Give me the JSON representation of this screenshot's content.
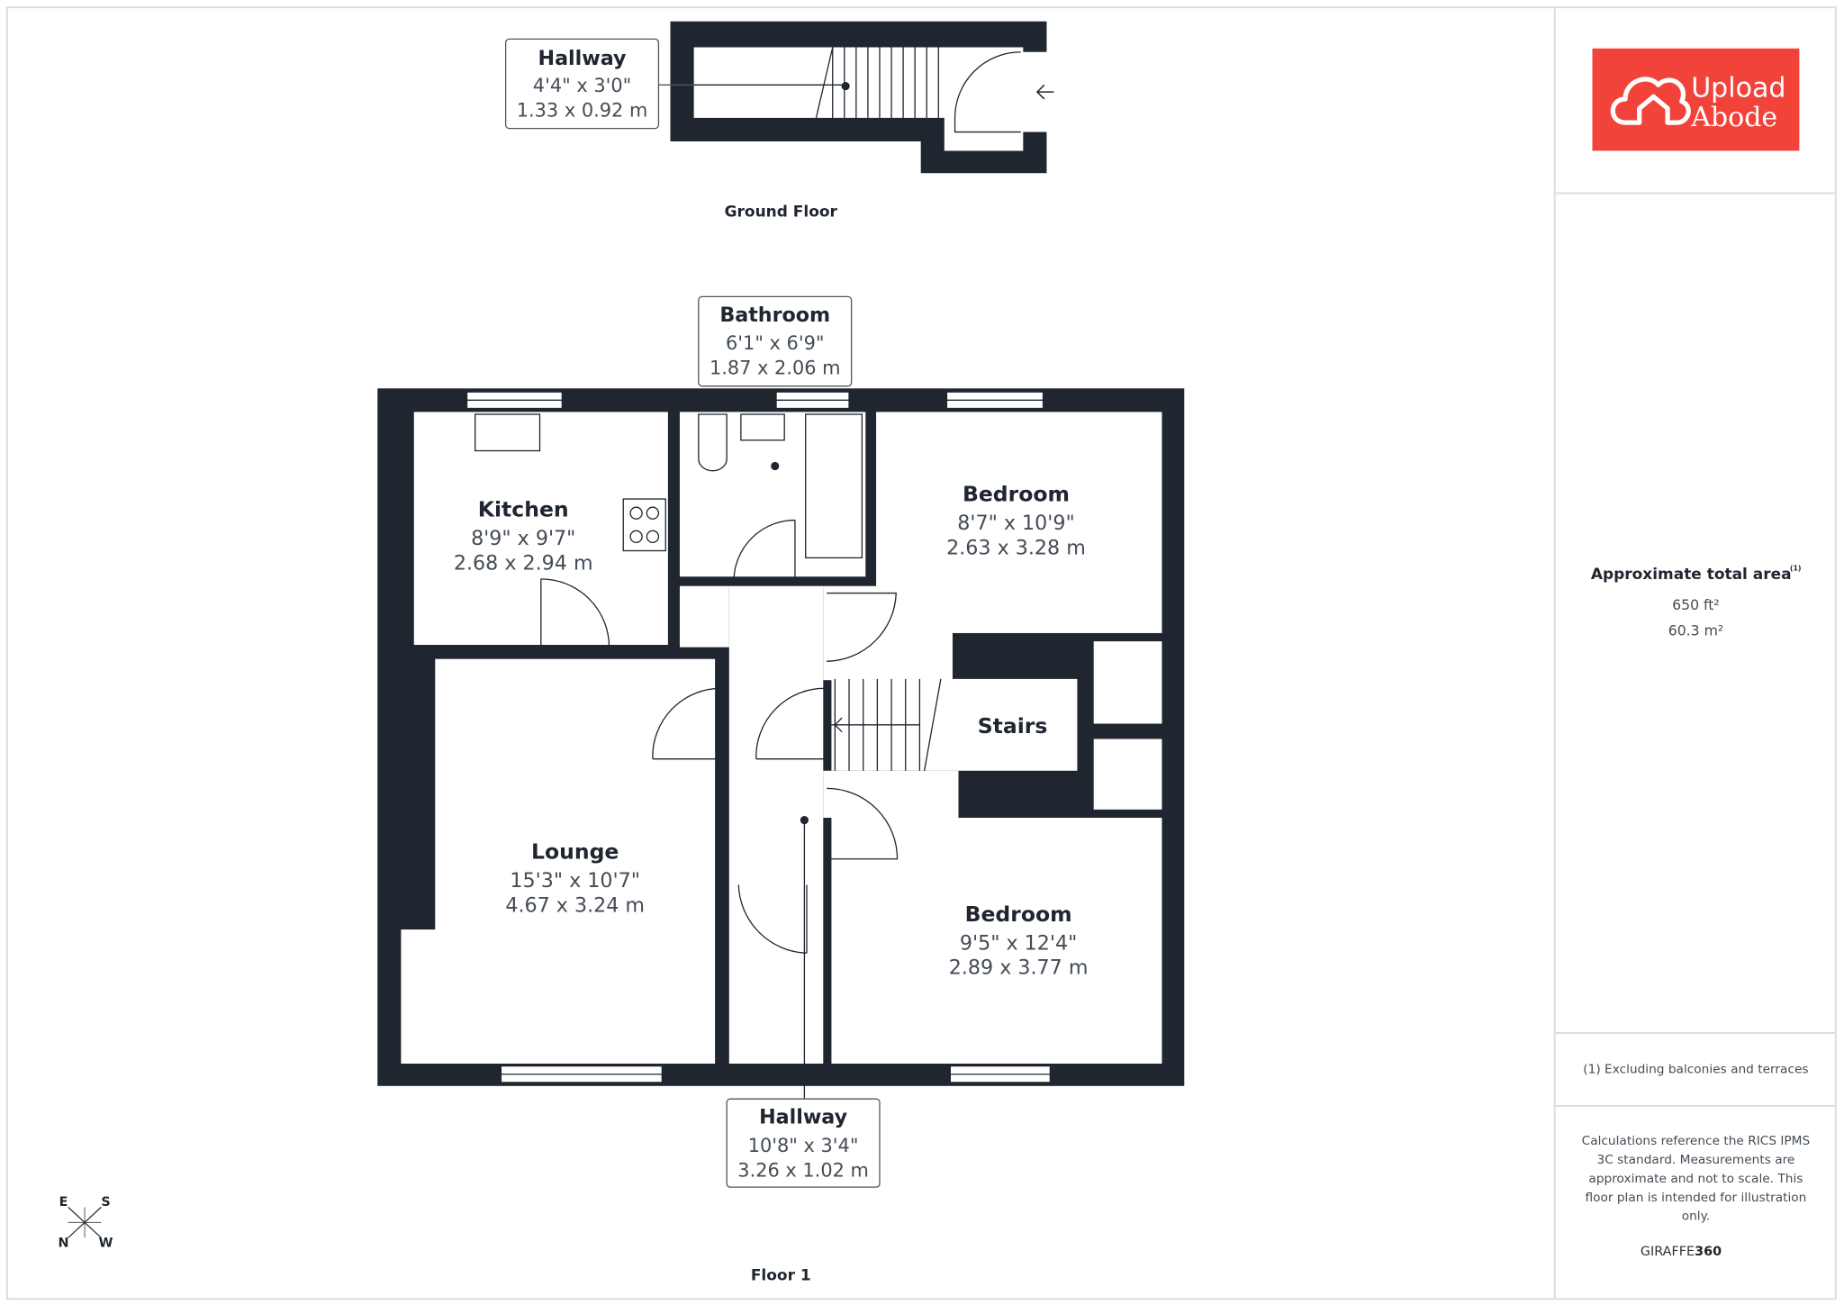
{
  "brand": {
    "logo_line1": "Upload",
    "logo_line2": "Abode",
    "logo_color": "#f2433a"
  },
  "floors": [
    {
      "name": "Ground Floor",
      "rooms": [
        {
          "name": "Hallway",
          "imperial": "4'4\" x 3'0\"",
          "metric": "1.33 x 0.92 m"
        }
      ]
    },
    {
      "name": "Floor 1",
      "rooms": [
        {
          "name": "Bathroom",
          "imperial": "6'1\" x 6'9\"",
          "metric": "1.87 x 2.06 m"
        },
        {
          "name": "Kitchen",
          "imperial": "8'9\" x 9'7\"",
          "metric": "2.68 x 2.94 m"
        },
        {
          "name": "Bedroom",
          "imperial": "8'7\" x 10'9\"",
          "metric": "2.63 x 3.28 m"
        },
        {
          "name": "Stairs"
        },
        {
          "name": "Lounge",
          "imperial": "15'3\" x 10'7\"",
          "metric": "4.67 x 3.24 m"
        },
        {
          "name": "Bedroom",
          "imperial": "9'5\" x 12'4\"",
          "metric": "2.89 x 3.77 m"
        },
        {
          "name": "Hallway",
          "imperial": "10'8\" x 3'4\"",
          "metric": "3.26 x 1.02 m"
        }
      ]
    }
  ],
  "compass": {
    "e": "E",
    "s": "S",
    "n": "N",
    "w": "W"
  },
  "panel": {
    "area_title": "Approximate total area",
    "area_note_marker": "(1)",
    "area_ft": "650 ft²",
    "area_m": "60.3 m²",
    "footnote": "(1) Excluding balconies and terraces",
    "disclaimer": [
      "Calculations reference the RICS IPMS",
      "3C standard. Measurements are",
      "approximate and not to scale. This",
      "floor plan is intended for illustration",
      "only."
    ],
    "credit_light": "GIRAFFE",
    "credit_bold": "360"
  }
}
